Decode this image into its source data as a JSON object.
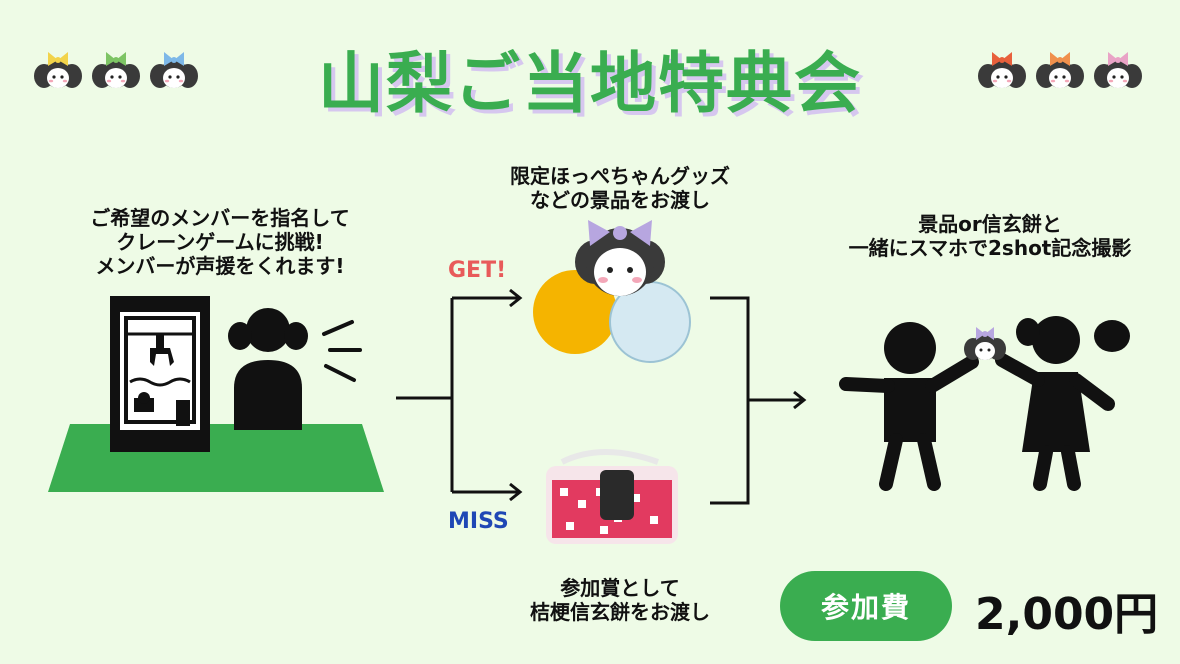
{
  "title": "山梨ご当地特典会",
  "step1_text": "ご希望のメンバーを指名して\nクレーンゲームに挑戦!\nメンバーが声援をくれます!",
  "get_prize_text": "限定ほっぺちゃんグッズ\nなどの景品をお渡し",
  "get_label": "GET!",
  "miss_label": "MISS",
  "miss_prize_text": "参加賞として\n桔梗信玄餅をお渡し",
  "photo_text": "景品or信玄餅と\n一緒にスマホで2shot記念撮影",
  "fee_label": "参加費",
  "fee_price": "2,000円",
  "colors": {
    "accent_green": "#3aad50",
    "title_shadow": "#d6c7ef",
    "get_red": "#e85a5a",
    "miss_blue": "#1f47b5",
    "background": "#eefbe6"
  },
  "mascot_bow_colors_left": [
    "#f2d34a",
    "#7dc464",
    "#7db8e8"
  ],
  "mascot_bow_colors_right": [
    "#e8603c",
    "#f0904c",
    "#e9a3c6"
  ]
}
